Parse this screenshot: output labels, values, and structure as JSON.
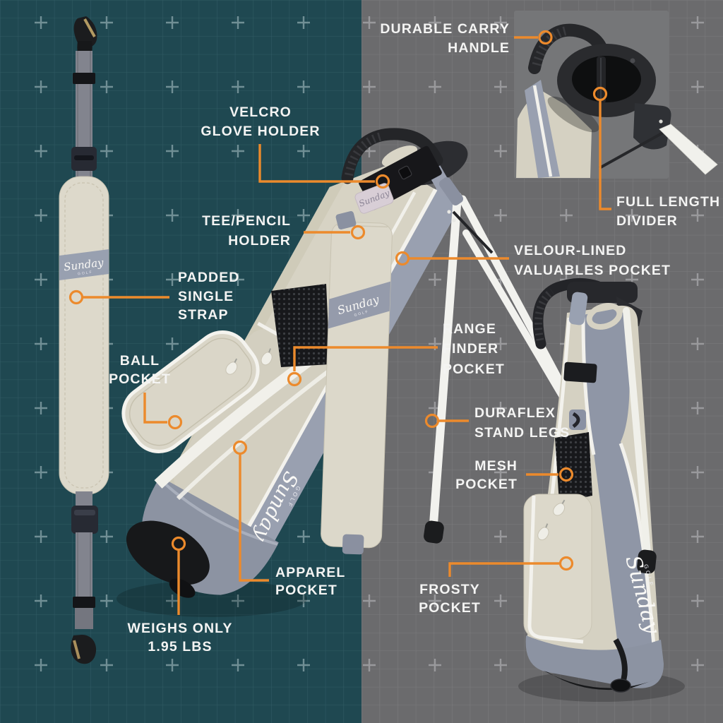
{
  "colors": {
    "accent_orange": "#EC8A2C",
    "teal_background": "#1F4851",
    "gray_background": "#6B6B6D",
    "label_text": "#F4F4F3",
    "bag_cream": "#D7D3C4",
    "bag_trim_gray": "#99A0B0"
  },
  "labels": {
    "durable_carry_handle": {
      "l1": "DURABLE CARRY",
      "l2": "HANDLE"
    },
    "velcro_glove_holder": {
      "l1": "VELCRO",
      "l2": "GLOVE HOLDER"
    },
    "tee_pencil_holder": {
      "l1": "TEE/PENCIL",
      "l2": "HOLDER"
    },
    "padded_single_strap": {
      "l1": "PADDED",
      "l2": "SINGLE",
      "l3": "STRAP"
    },
    "ball_pocket": {
      "l1": "BALL",
      "l2": "POCKET"
    },
    "full_length_divider": {
      "l1": "FULL LENGTH",
      "l2": "DIVIDER"
    },
    "velour_lined_valuables_pocket": {
      "l1": "VELOUR-LINED",
      "l2": "VALUABLES POCKET"
    },
    "range_finder_pocket": {
      "l1": "RANGE",
      "l2": "FINDER",
      "l3": "POCKET"
    },
    "duraflex_stand_legs": {
      "l1": "DURAFLEX",
      "l2": "STAND LEGS"
    },
    "mesh_pocket": {
      "l1": "MESH",
      "l2": "POCKET"
    },
    "frosty_pocket": {
      "l1": "FROSTY",
      "l2": "POCKET"
    },
    "apparel_pocket": {
      "l1": "APPAREL",
      "l2": "POCKET"
    },
    "weighs_only": {
      "l1": "WEIGHS ONLY",
      "l2": "1.95 LBS"
    }
  },
  "brand": {
    "script": "Sunday",
    "sub": "GOLF"
  }
}
